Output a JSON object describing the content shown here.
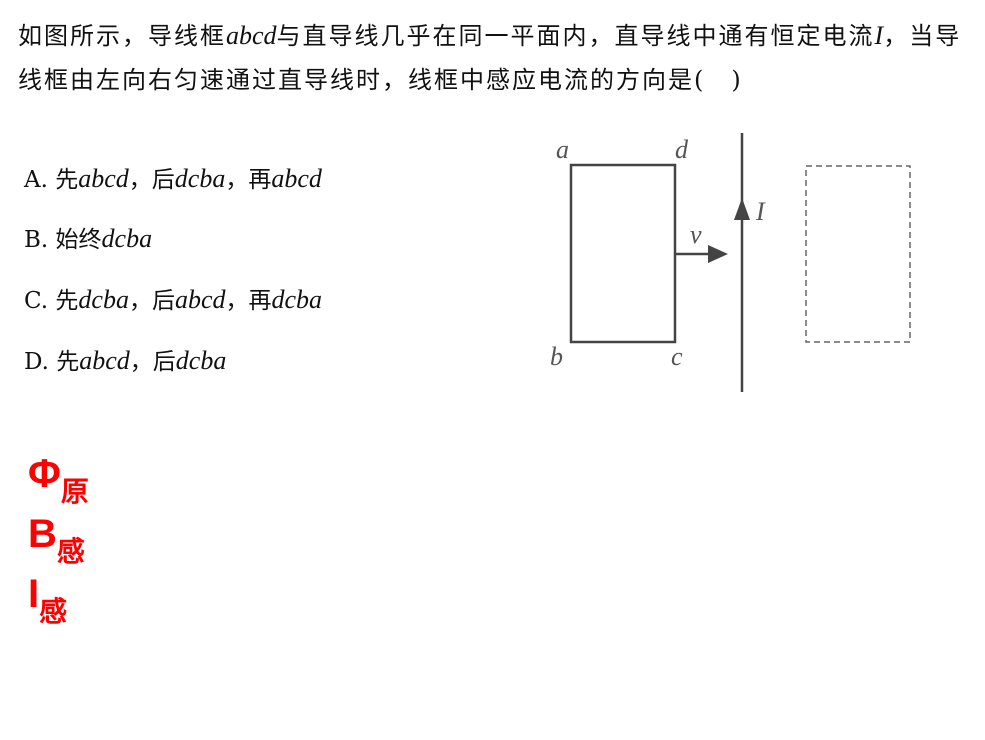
{
  "question": {
    "part1": "如图所示，导线框",
    "abcd": "abcd",
    "part2": "与直导线几乎在同一平面内，直导线中通有恒定电流",
    "I": "I",
    "part3": "，当导线框由左向右匀速通过直导线时，线框中感应电流的方向是(　)"
  },
  "options": [
    {
      "prefix": "A. 先",
      "a": "abcd",
      "m1": "，后",
      "b": "dcba",
      "m2": "，再",
      "c": "abcd"
    },
    {
      "prefix": "B. 始终",
      "a": "dcba"
    },
    {
      "prefix": "C. 先",
      "a": "dcba",
      "m1": "，后",
      "b": "abcd",
      "m2": "，再",
      "c": "dcba"
    },
    {
      "prefix": "D. 先",
      "a": "abcd",
      "m1": "，后",
      "b": "dcba"
    }
  ],
  "diagram": {
    "a": "a",
    "b": "b",
    "c": "c",
    "d": "d",
    "v": "v",
    "I": "I"
  },
  "notes": [
    {
      "main": "Φ",
      "sub": "原"
    },
    {
      "main": "B",
      "sub": "感"
    },
    {
      "main": "I",
      "sub": "感"
    }
  ]
}
